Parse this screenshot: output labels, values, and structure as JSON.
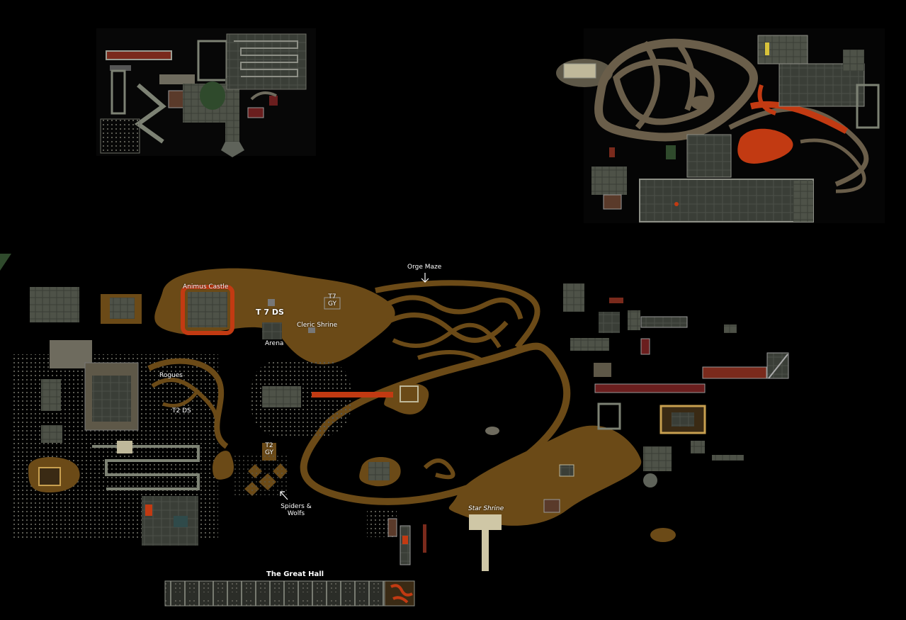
{
  "map": {
    "colors": {
      "background": "#000000",
      "dirt": "#6b4a17",
      "dirt_edge": "#8a6424",
      "stone": "#4e5248",
      "stone_dark": "#2f332c",
      "stone_light": "#7d8274",
      "grid_dot": "#5a5a52",
      "lava": "#c23a12",
      "lava_bright": "#e0531c",
      "wall": "#8d8f86",
      "beige": "#cfc7a6",
      "label": "#ffffff"
    },
    "labels": {
      "animus_castle": "Animus Castle",
      "t7_ds": "T 7  DS",
      "t7_gy_top": "T7",
      "t7_gy_bottom": "GY",
      "cleric_shrine": "Cleric Shrine",
      "arena": "Arena",
      "orge_maze": "Orge Maze",
      "rogues": "Rogues",
      "t2_ds": "T2 DS",
      "t2_gy_top": "T2",
      "t2_gy_bottom": "GY",
      "spiders_wolfs_top": "Spiders &",
      "spiders_wolfs_bottom": "Wolfs",
      "star_shrine": "Star Shrine",
      "great_hall": "The Great Hall"
    }
  }
}
